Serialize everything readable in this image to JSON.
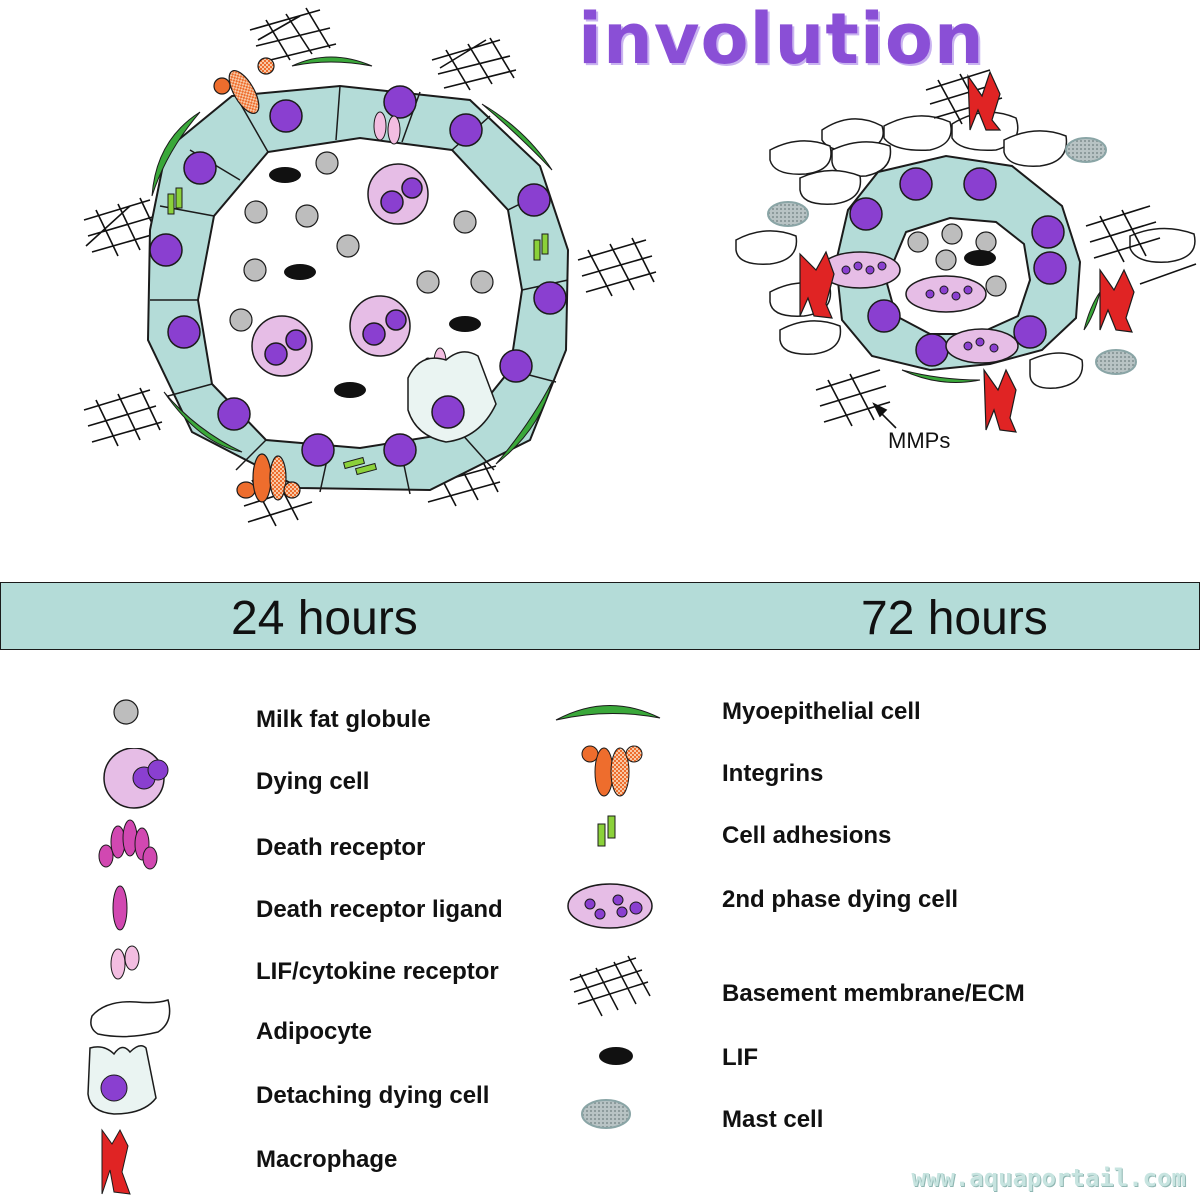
{
  "title": "involution",
  "annotation": "MMPs",
  "timeline": {
    "start_label": "24 hours",
    "end_label": "72 hours"
  },
  "legend": {
    "left": [
      {
        "icon": "milk-fat-globule-icon",
        "label": "Milk fat globule"
      },
      {
        "icon": "dying-cell-icon",
        "label": "Dying cell"
      },
      {
        "icon": "death-receptor-icon",
        "label": "Death receptor"
      },
      {
        "icon": "death-receptor-ligand-icon",
        "label": "Death receptor ligand"
      },
      {
        "icon": "lif-cytokine-receptor-icon",
        "label": "LIF/cytokine receptor"
      },
      {
        "icon": "adipocyte-icon",
        "label": "Adipocyte"
      },
      {
        "icon": "detaching-dying-cell-icon",
        "label": "Detaching dying cell"
      },
      {
        "icon": "macrophage-icon",
        "label": "Macrophage"
      }
    ],
    "right": [
      {
        "icon": "myoepithelial-cell-icon",
        "label": "Myoepithelial cell"
      },
      {
        "icon": "integrins-icon",
        "label": "Integrins"
      },
      {
        "icon": "cell-adhesions-icon",
        "label": "Cell adhesions"
      },
      {
        "icon": "second-phase-dying-cell-icon",
        "label": "2nd phase dying cell"
      },
      {
        "icon": "basement-membrane-icon",
        "label": "Basement membrane/ECM"
      },
      {
        "icon": "lif-icon",
        "label": "LIF"
      },
      {
        "icon": "mast-cell-icon",
        "label": "Mast cell"
      }
    ]
  },
  "footer": "www.aquaportail.com",
  "colors": {
    "epithelial_fill": "#b4dcd8",
    "nucleus": "#8a3fd0",
    "dying_cell_fill": "#e6bde6",
    "myoepithelial": "#3aa83a",
    "integrin_orange": "#ee6d2d",
    "macrophage_red": "#e02424",
    "fat_globule": "#bdbdbd",
    "mast_cell": "#8aa5a6",
    "title_purple": "#8a4fd6"
  }
}
